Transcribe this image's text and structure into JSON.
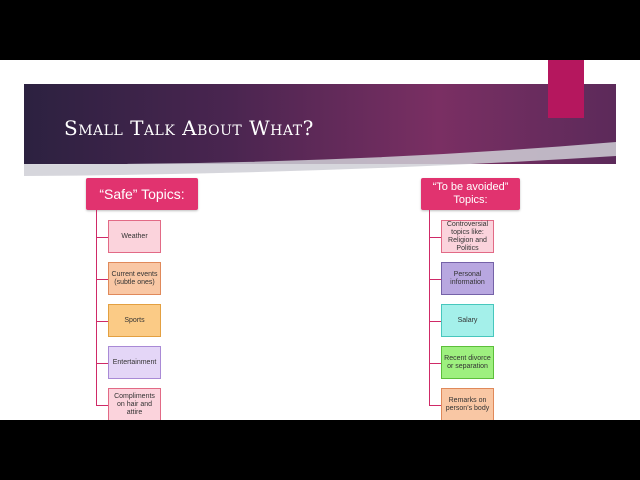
{
  "slide": {
    "title": "Small Talk About What?",
    "colors": {
      "banner_start": "#2c2140",
      "banner_end": "#7a2f63",
      "accent": "#e1336f",
      "accent_tab": "#b5175e"
    }
  },
  "left_column": {
    "heading": "“Safe” Topics:",
    "items": [
      {
        "label": "Weather",
        "color": "#fbd3dc",
        "border": "#e26a86"
      },
      {
        "label": "Current events (subtle ones)",
        "color": "#f9c7a4",
        "border": "#e0895a"
      },
      {
        "label": "Sports",
        "color": "#fbcb86",
        "border": "#e3a041"
      },
      {
        "label": "Entertainment",
        "color": "#e4d6f7",
        "border": "#a98ad6"
      },
      {
        "label": "Compliments on hair and attire",
        "color": "#fbd3dc",
        "border": "#e26a86"
      }
    ]
  },
  "right_column": {
    "heading": "“To be avoided” Topics:",
    "items": [
      {
        "label": "Controversial topics like: Religion and Politics",
        "color": "#fbd3dc",
        "border": "#e26a86"
      },
      {
        "label": "Personal information",
        "color": "#b8a7e0",
        "border": "#7562a8"
      },
      {
        "label": "Salary",
        "color": "#a4f0ea",
        "border": "#47c7bd"
      },
      {
        "label": "Recent divorce or separation",
        "color": "#9ef07f",
        "border": "#5cbf3a"
      },
      {
        "label": "Remarks on person’s body",
        "color": "#f9c7a4",
        "border": "#e0895a"
      }
    ]
  }
}
